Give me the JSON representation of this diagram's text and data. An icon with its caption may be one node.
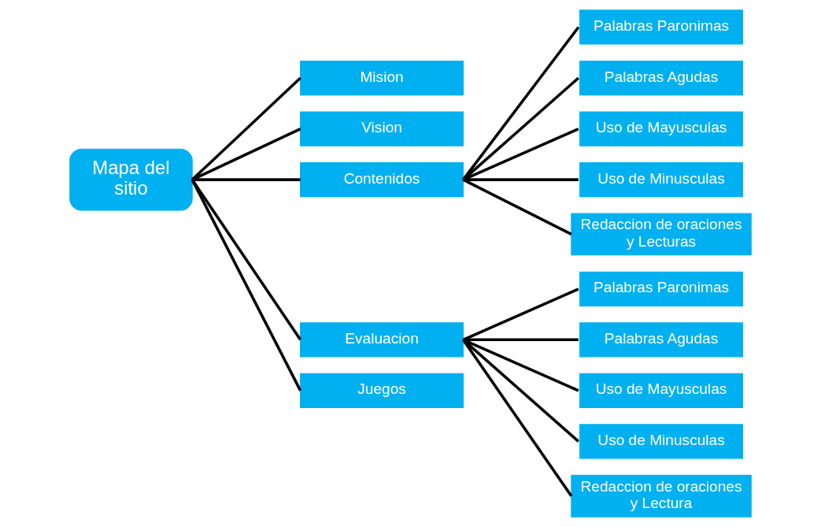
{
  "diagram": {
    "nodes": [
      {
        "text": [
          "Mapa del sitio"
        ]
      },
      {
        "text": [
          "Mision"
        ]
      },
      {
        "text": [
          "Vision"
        ]
      },
      {
        "text": [
          "Contenidos"
        ]
      },
      {
        "text": [
          "Evaluacion"
        ]
      },
      {
        "text": [
          "Juegos"
        ]
      },
      {
        "text": [
          "Palabras Paronimas"
        ]
      },
      {
        "text": [
          "Palabras Agudas"
        ]
      },
      {
        "text": [
          "Uso de Mayusculas"
        ]
      },
      {
        "text": [
          "Uso de Minusculas"
        ]
      },
      {
        "text": [
          "Redaccion de oraciones y Lecturas"
        ]
      },
      {
        "text": [
          "Palabras Paronimas"
        ]
      },
      {
        "text": [
          "Palabras Agudas"
        ]
      },
      {
        "text": [
          "Uso de Mayusculas"
        ]
      },
      {
        "text": [
          "Uso de Minusculas"
        ]
      },
      {
        "text": [
          "Redaccion de oraciones y Lectura"
        ]
      }
    ],
    "edges": [
      {
        "from": 0,
        "to": 1,
        "arrow": "none"
      },
      {
        "from": 0,
        "to": 2,
        "arrow": "none"
      },
      {
        "from": 0,
        "to": 3,
        "arrow": "none"
      },
      {
        "from": 0,
        "to": 4,
        "arrow": "none"
      },
      {
        "from": 0,
        "to": 5,
        "arrow": "none"
      },
      {
        "from": 3,
        "to": 6,
        "arrow": "none"
      },
      {
        "from": 3,
        "to": 7,
        "arrow": "none"
      },
      {
        "from": 3,
        "to": 8,
        "arrow": "none"
      },
      {
        "from": 3,
        "to": 9,
        "arrow": "none"
      },
      {
        "from": 3,
        "to": 10,
        "arrow": "none"
      },
      {
        "from": 4,
        "to": 11,
        "arrow": "none"
      },
      {
        "from": 4,
        "to": 12,
        "arrow": "none"
      },
      {
        "from": 4,
        "to": 13,
        "arrow": "none"
      },
      {
        "from": 4,
        "to": 14,
        "arrow": "none"
      },
      {
        "from": 4,
        "to": 15,
        "arrow": "none"
      }
    ]
  }
}
